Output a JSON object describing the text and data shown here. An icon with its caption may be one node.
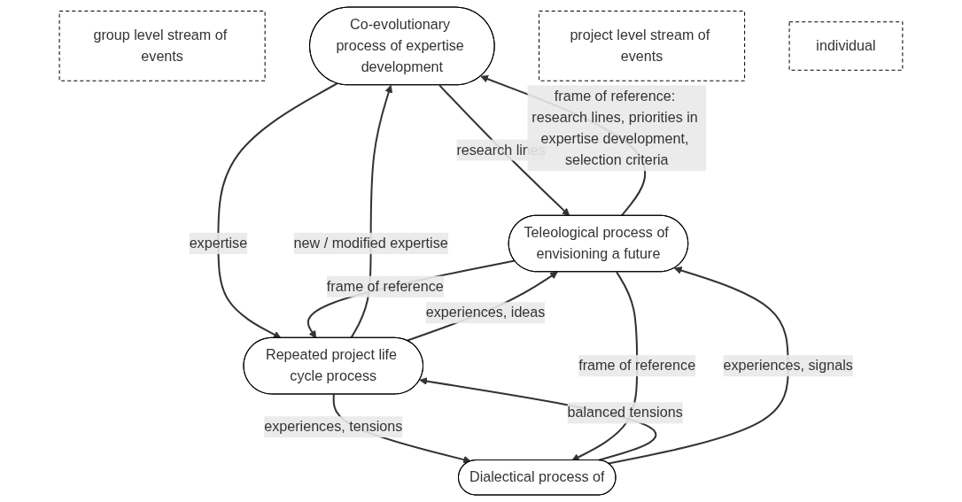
{
  "diagram": {
    "nodes": [
      {
        "text": [
          "group level stream of events"
        ]
      },
      {
        "text": [
          "Co-evolutionary process of expertise development"
        ]
      },
      {
        "text": [
          "Teleological process of envisioning a future"
        ]
      },
      {
        "text": [
          "project level stream of events"
        ]
      },
      {
        "text": [
          "Repeated project life cycle process"
        ]
      },
      {
        "text": [
          "individual"
        ]
      },
      {
        "text": [
          "Dialectical process of"
        ]
      }
    ],
    "edges": [
      {
        "from": 1,
        "to": 2,
        "arrow": "to",
        "label": "research lines"
      },
      {
        "from": 2,
        "to": 1,
        "arrow": "to",
        "label": "frame of reference: research lines, priorities in expertise development, selection criteria"
      },
      {
        "from": 4,
        "to": 1,
        "arrow": "to",
        "label": "new / modified expertise"
      },
      {
        "from": 1,
        "to": 4,
        "arrow": "to",
        "label": "expertise"
      },
      {
        "from": 4,
        "to": 2,
        "arrow": "to",
        "label": "experiences, ideas"
      },
      {
        "from": 2,
        "to": 4,
        "arrow": "to",
        "label": "frame of reference"
      },
      {
        "from": 4,
        "to": 6,
        "arrow": "to",
        "label": "experiences, tensions"
      },
      {
        "from": 6,
        "to": 4,
        "arrow": "to",
        "label": "balanced tensions"
      },
      {
        "from": 6,
        "to": 2,
        "arrow": "to",
        "label": "experiences, signals"
      },
      {
        "from": 2,
        "to": 6,
        "arrow": "to",
        "label": "frame of reference"
      }
    ]
  }
}
